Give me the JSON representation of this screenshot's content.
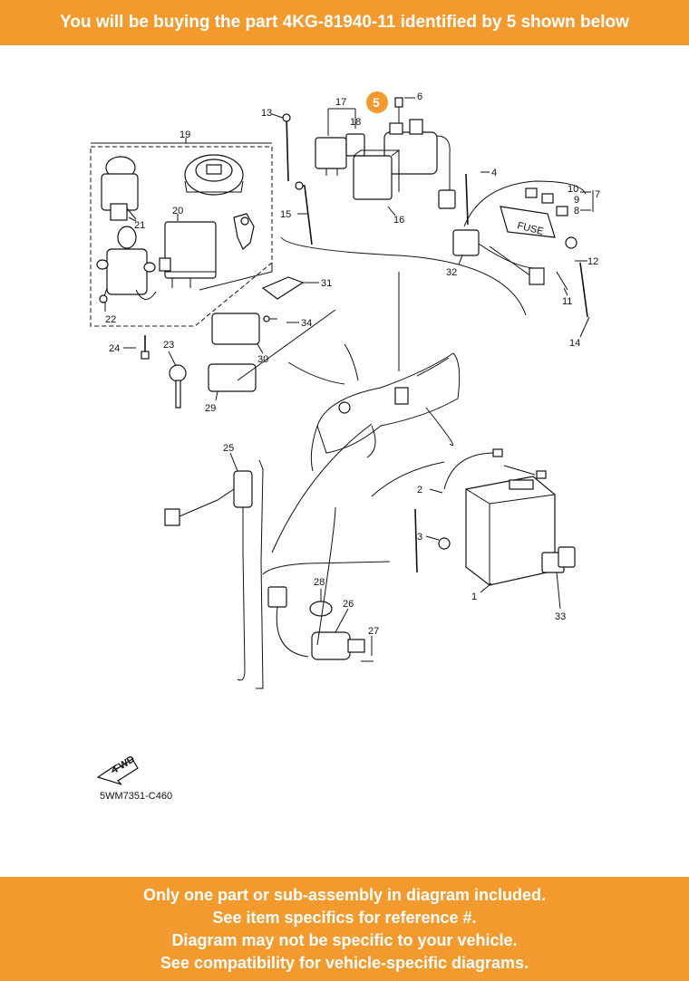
{
  "header": {
    "text": "You will be buying the part 4KG-81940-11 identified by 5 shown below"
  },
  "diagram": {
    "highlight_ref": "5",
    "highlight_color": "#f39a2e",
    "drawing_code": "5WM7351-C460",
    "fwd_label": "FWD",
    "fuse_label": "FUSE",
    "callouts": [
      "1",
      "2",
      "3",
      "4",
      "6",
      "7",
      "8",
      "9",
      "10",
      "11",
      "12",
      "13",
      "14",
      "15",
      "16",
      "17",
      "18",
      "19",
      "20",
      "21",
      "22",
      "23",
      "24",
      "25",
      "26",
      "27",
      "28",
      "29",
      "30",
      "31",
      "32",
      "33",
      "34"
    ]
  },
  "footer": {
    "lines": [
      "Only one part or sub-assembly in diagram included.",
      "See item specifics for reference #.",
      "Diagram may not be specific to your vehicle.",
      "See compatibility for vehicle-specific diagrams."
    ]
  },
  "colors": {
    "banner": "#f39a2e",
    "banner_text": "#ffffff"
  }
}
